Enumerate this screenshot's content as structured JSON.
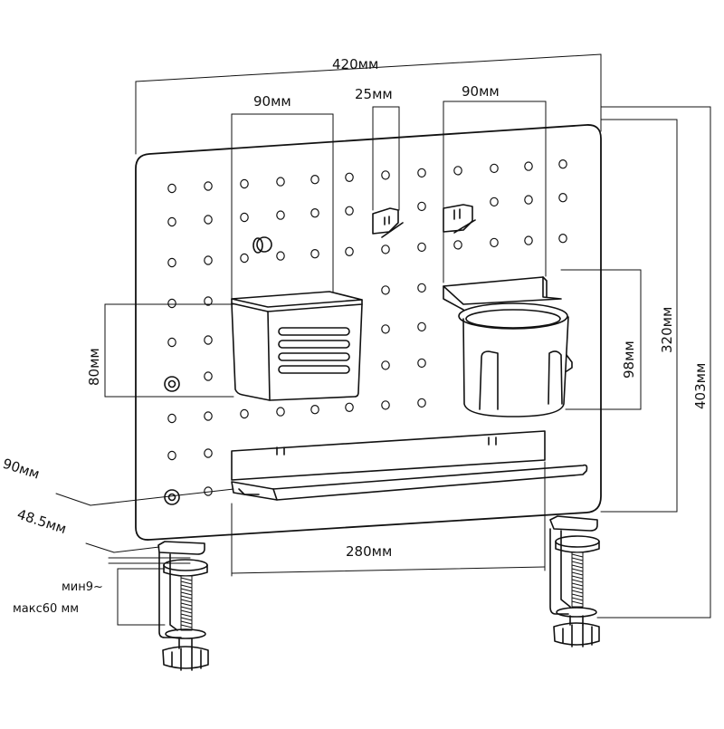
{
  "dimensions": {
    "total_width": "420мм",
    "basket_width": "90мм",
    "hook_spacing": "25мм",
    "cup_holder_width": "90мм",
    "basket_height": "80мм",
    "cup_holder_height": "98мм",
    "board_height": "320мм",
    "total_height": "403мм",
    "shelf_depth": "90мм",
    "clamp_offset": "48.5мм",
    "shelf_width": "280мм",
    "clamp_min": "мин9~",
    "clamp_max": "макс60 мм"
  },
  "colors": {
    "line": "#111111",
    "background": "#ffffff"
  }
}
